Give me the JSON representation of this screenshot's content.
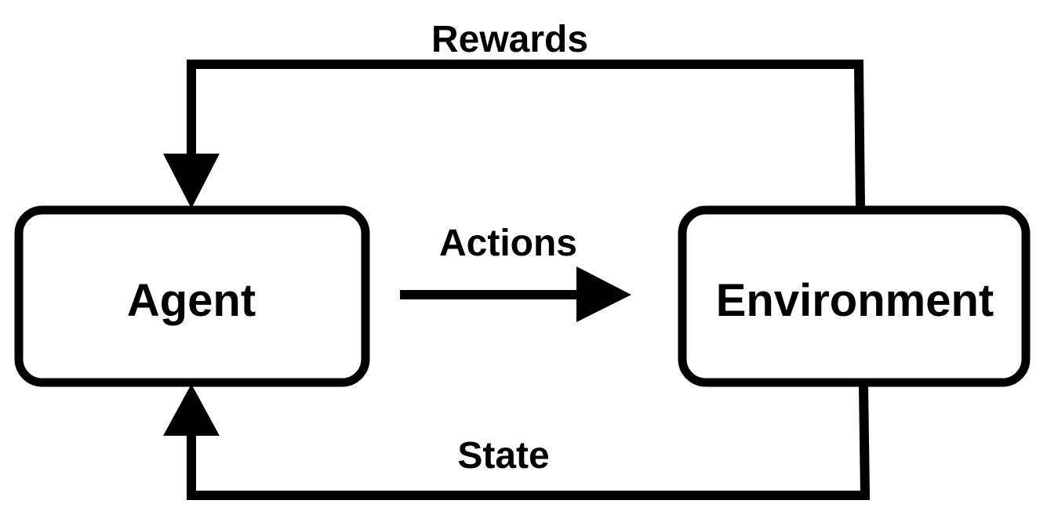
{
  "nodes": {
    "agent": {
      "label": "Agent"
    },
    "environment": {
      "label": "Environment"
    }
  },
  "edges": {
    "rewards": {
      "label": "Rewards",
      "from": "Environment",
      "to": "Agent"
    },
    "actions": {
      "label": "Actions",
      "from": "Agent",
      "to": "Environment"
    },
    "state": {
      "label": "State",
      "from": "Environment",
      "to": "Agent"
    }
  }
}
